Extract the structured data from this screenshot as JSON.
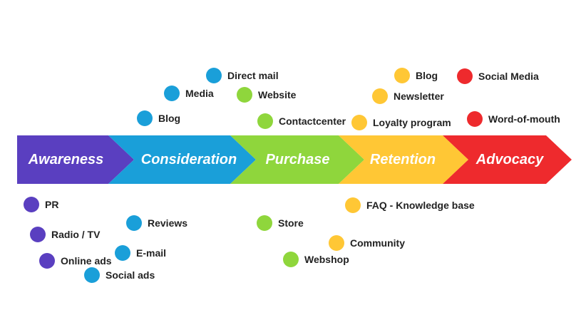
{
  "colors": {
    "awareness": "#5a3fc0",
    "consideration": "#1a9fd9",
    "purchase": "#8fd63c",
    "retention": "#ffc735",
    "advocacy": "#ee2a2d"
  },
  "stages": [
    {
      "name": "Awareness",
      "color": "#5a3fc0"
    },
    {
      "name": "Consideration",
      "color": "#1a9fd9"
    },
    {
      "name": "Purchase",
      "color": "#8fd63c"
    },
    {
      "name": "Retention",
      "color": "#ffc735"
    },
    {
      "name": "Advocacy",
      "color": "#ee2a2d"
    }
  ],
  "touchpoints": {
    "pr": {
      "label": "PR",
      "color": "#5a3fc0"
    },
    "radio_tv": {
      "label": "Radio / TV",
      "color": "#5a3fc0"
    },
    "online_ads": {
      "label": "Online ads",
      "color": "#5a3fc0"
    },
    "blog_consideration": {
      "label": "Blog",
      "color": "#1a9fd9"
    },
    "media": {
      "label": "Media",
      "color": "#1a9fd9"
    },
    "direct_mail": {
      "label": "Direct mail",
      "color": "#1a9fd9"
    },
    "reviews": {
      "label": "Reviews",
      "color": "#1a9fd9"
    },
    "email": {
      "label": "E-mail",
      "color": "#1a9fd9"
    },
    "social_ads": {
      "label": "Social ads",
      "color": "#1a9fd9"
    },
    "website": {
      "label": "Website",
      "color": "#8fd63c"
    },
    "contactcenter": {
      "label": "Contactcenter",
      "color": "#8fd63c"
    },
    "store": {
      "label": "Store",
      "color": "#8fd63c"
    },
    "webshop": {
      "label": "Webshop",
      "color": "#8fd63c"
    },
    "blog_retention": {
      "label": "Blog",
      "color": "#ffc735"
    },
    "newsletter": {
      "label": "Newsletter",
      "color": "#ffc735"
    },
    "loyalty_program": {
      "label": "Loyalty program",
      "color": "#ffc735"
    },
    "faq": {
      "label": "FAQ - Knowledge base",
      "color": "#ffc735"
    },
    "community": {
      "label": "Community",
      "color": "#ffc735"
    },
    "social_media": {
      "label": "Social Media",
      "color": "#ee2a2d"
    },
    "word_of_mouth": {
      "label": "Word-of-mouth",
      "color": "#ee2a2d"
    }
  }
}
